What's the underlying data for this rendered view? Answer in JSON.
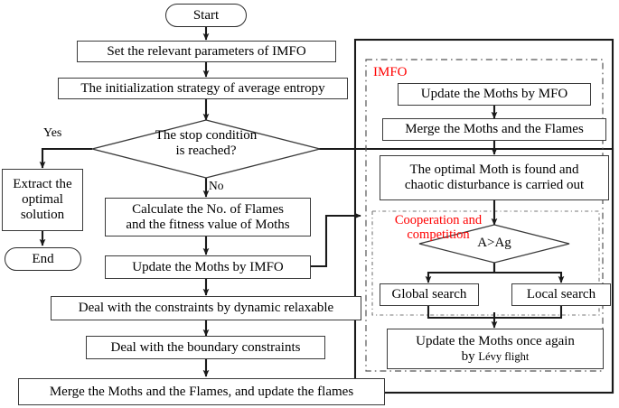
{
  "diagram": {
    "title": "IMFO algorithm flowchart",
    "accent_color": "#ff0000",
    "line_color": "#222222",
    "box_border_color": "#3a3a3a",
    "background": "#ffffff"
  },
  "main_flow": {
    "start": "Start",
    "set_params": "Set the relevant parameters of IMFO",
    "init_strategy": "The initialization strategy of average entropy",
    "stop_condition_line1": "The stop condition",
    "stop_condition_line2": "is reached?",
    "yes_label": "Yes",
    "no_label": "No",
    "extract_line1": "Extract the",
    "extract_line2": "optimal",
    "extract_line3": "solution",
    "end": "End",
    "calculate_line1": "Calculate the No. of Flames",
    "calculate_line2": "and the fitness value of Moths",
    "update_imfo": "Update the Moths by IMFO",
    "dynamic_relaxable": "Deal with the constraints by dynamic relaxable",
    "boundary_constraints": "Deal with the boundary constraints",
    "merge_update": "Merge the Moths and the Flames, and update the flames"
  },
  "imfo_panel": {
    "group_label": "IMFO",
    "update_mfo": "Update the Moths by MFO",
    "merge_moths_flames": "Merge the Moths and the Flames",
    "optimal_moth_line1": "The optimal Moth is found and",
    "optimal_moth_line2": "chaotic disturbance is carried out",
    "cooperation_label_line1": "Cooperation and",
    "cooperation_label_line2": "competition",
    "decision_agag": "A>Ag",
    "global_search": "Global search",
    "local_search": "Local search",
    "levy_line1": "Update the Moths once again",
    "levy_line2_prefix": "by ",
    "levy_line2_suffix": "Lévy flight"
  }
}
